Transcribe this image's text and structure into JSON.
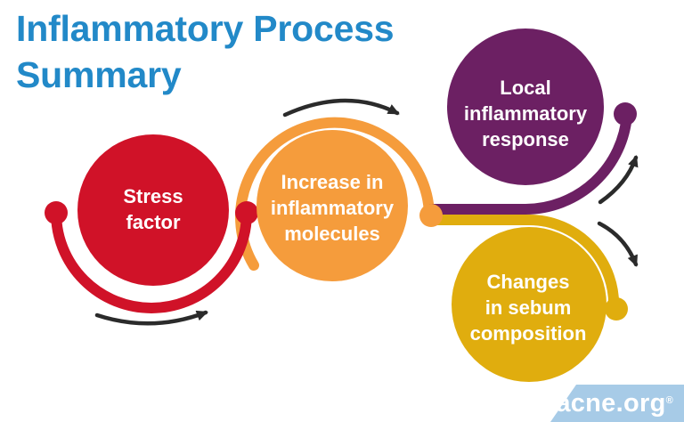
{
  "title": "Inflammatory Process\nSummary",
  "colors": {
    "title_blue": "#2289C8",
    "red": "#D01228",
    "orange": "#F59C3C",
    "purple": "#6C2063",
    "gold": "#E0AD0E",
    "arrow_black": "#2B2B2B",
    "banner_blue": "#A7CBE7",
    "label_white": "#FFFFFF"
  },
  "diagram": {
    "type": "cycle-flow",
    "steps": [
      {
        "id": "stress-factor",
        "label": "Stress\nfactor",
        "color": "#D01228"
      },
      {
        "id": "increase-inflammatory-molecules",
        "label": "Increase in\ninflammatory\nmolecules",
        "color": "#F59C3C"
      },
      {
        "id": "local-inflammatory-response",
        "label": "Local\ninflammatory\nresponse",
        "color": "#6C2063"
      },
      {
        "id": "changes-sebum-composition",
        "label": "Changes\nin sebum\ncomposition",
        "color": "#E0AD0E"
      }
    ],
    "flow": [
      {
        "from": "stress-factor",
        "to": "increase-inflammatory-molecules"
      },
      {
        "from": "increase-inflammatory-molecules",
        "to": "local-inflammatory-response"
      },
      {
        "from": "increase-inflammatory-molecules",
        "to": "changes-sebum-composition"
      }
    ]
  },
  "footer": {
    "brand": "acne.org",
    "registered_mark": "®"
  }
}
